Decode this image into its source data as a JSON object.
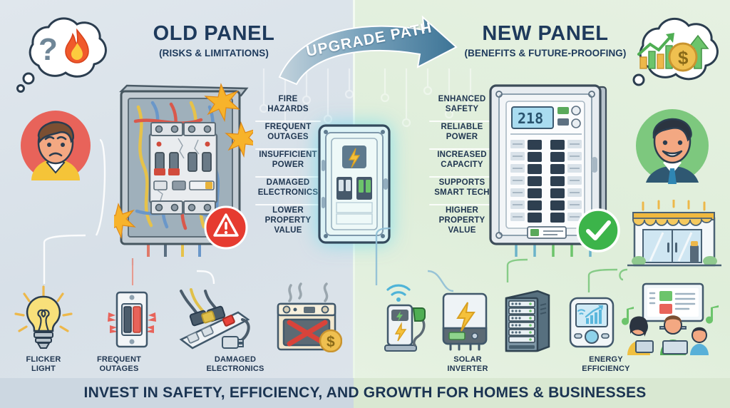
{
  "headers": {
    "left": {
      "title": "OLD PANEL",
      "subtitle": "(RISKS & LIMITATIONS)"
    },
    "right": {
      "title": "NEW PANEL",
      "subtitle": "(BENEFITS & FUTURE-PROOFING)"
    }
  },
  "arrow": {
    "label": "UPGRADE PATH"
  },
  "risks": [
    {
      "line1": "FIRE",
      "line2": "HAZARDS"
    },
    {
      "line1": "FREQUENT",
      "line2": "OUTAGES"
    },
    {
      "line1": "INSUFFICIENT",
      "line2": "POWER"
    },
    {
      "line1": "DAMAGED",
      "line2": "ELECTRONICS"
    },
    {
      "line1": "LOWER",
      "line2": "PROPERTY",
      "line3": "VALUE"
    }
  ],
  "benefits": [
    {
      "line1": "ENHANCED",
      "line2": "SAFETY"
    },
    {
      "line1": "RELIABLE",
      "line2": "POWER"
    },
    {
      "line1": "INCREASED",
      "line2": "CAPACITY"
    },
    {
      "line1": "SUPPORTS",
      "line2": "SMART TECH"
    },
    {
      "line1": "HIGHER",
      "line2": "PROPERTY",
      "line3": "VALUE"
    }
  ],
  "captions": {
    "flicker": {
      "line1": "FLICKER",
      "line2": "LIGHT"
    },
    "outages": {
      "line1": "FREQUENT",
      "line2": "OUTAGES"
    },
    "damaged": {
      "line1": "DAMAGED",
      "line2": "ELECTRONICS"
    },
    "inverter": {
      "line1": "SOLAR",
      "line2": "INVERTER"
    },
    "efficiency": {
      "line1": "ENERGY",
      "line2": "EFFICIENCY"
    }
  },
  "footer": {
    "text": "INVEST IN SAFETY, EFFICIENCY, AND GROWTH FOR HOMES & BUSINESSES"
  },
  "icons": {
    "bubble_left": [
      "question-mark-icon",
      "flame-icon"
    ],
    "bubble_right": [
      "growth-chart-icon",
      "up-arrow-icon",
      "dollar-coin-icon"
    ],
    "avatar_left": "worried-homeowner-avatar",
    "avatar_right": "happy-businessman-avatar",
    "old_panel": "old-electrical-panel-icon",
    "new_panel": "new-electrical-panel-icon",
    "mid_panel": "upgraded-panel-icon",
    "warning": "warning-triangle-icon",
    "check": "green-check-icon",
    "bulb": "flickering-lightbulb-icon",
    "switch": "light-switch-icon",
    "strip": "overloaded-power-strip-icon",
    "oven": "burnt-oven-icon",
    "ev": "ev-charger-icon",
    "wifi": "wifi-icon",
    "inverter": "solar-inverter-icon",
    "server": "server-rack-icon",
    "meter": "energy-monitor-icon",
    "storefront": "storefront-icon",
    "family": "family-computing-icon"
  },
  "colors": {
    "left_bg": "#dde4ea",
    "right_bg": "#e3efdf",
    "headline": "#1e3a5c",
    "arrow": "#4a7fa0",
    "danger": "#e63b30",
    "success": "#3cb44a",
    "bolt": "#f5c13a"
  }
}
